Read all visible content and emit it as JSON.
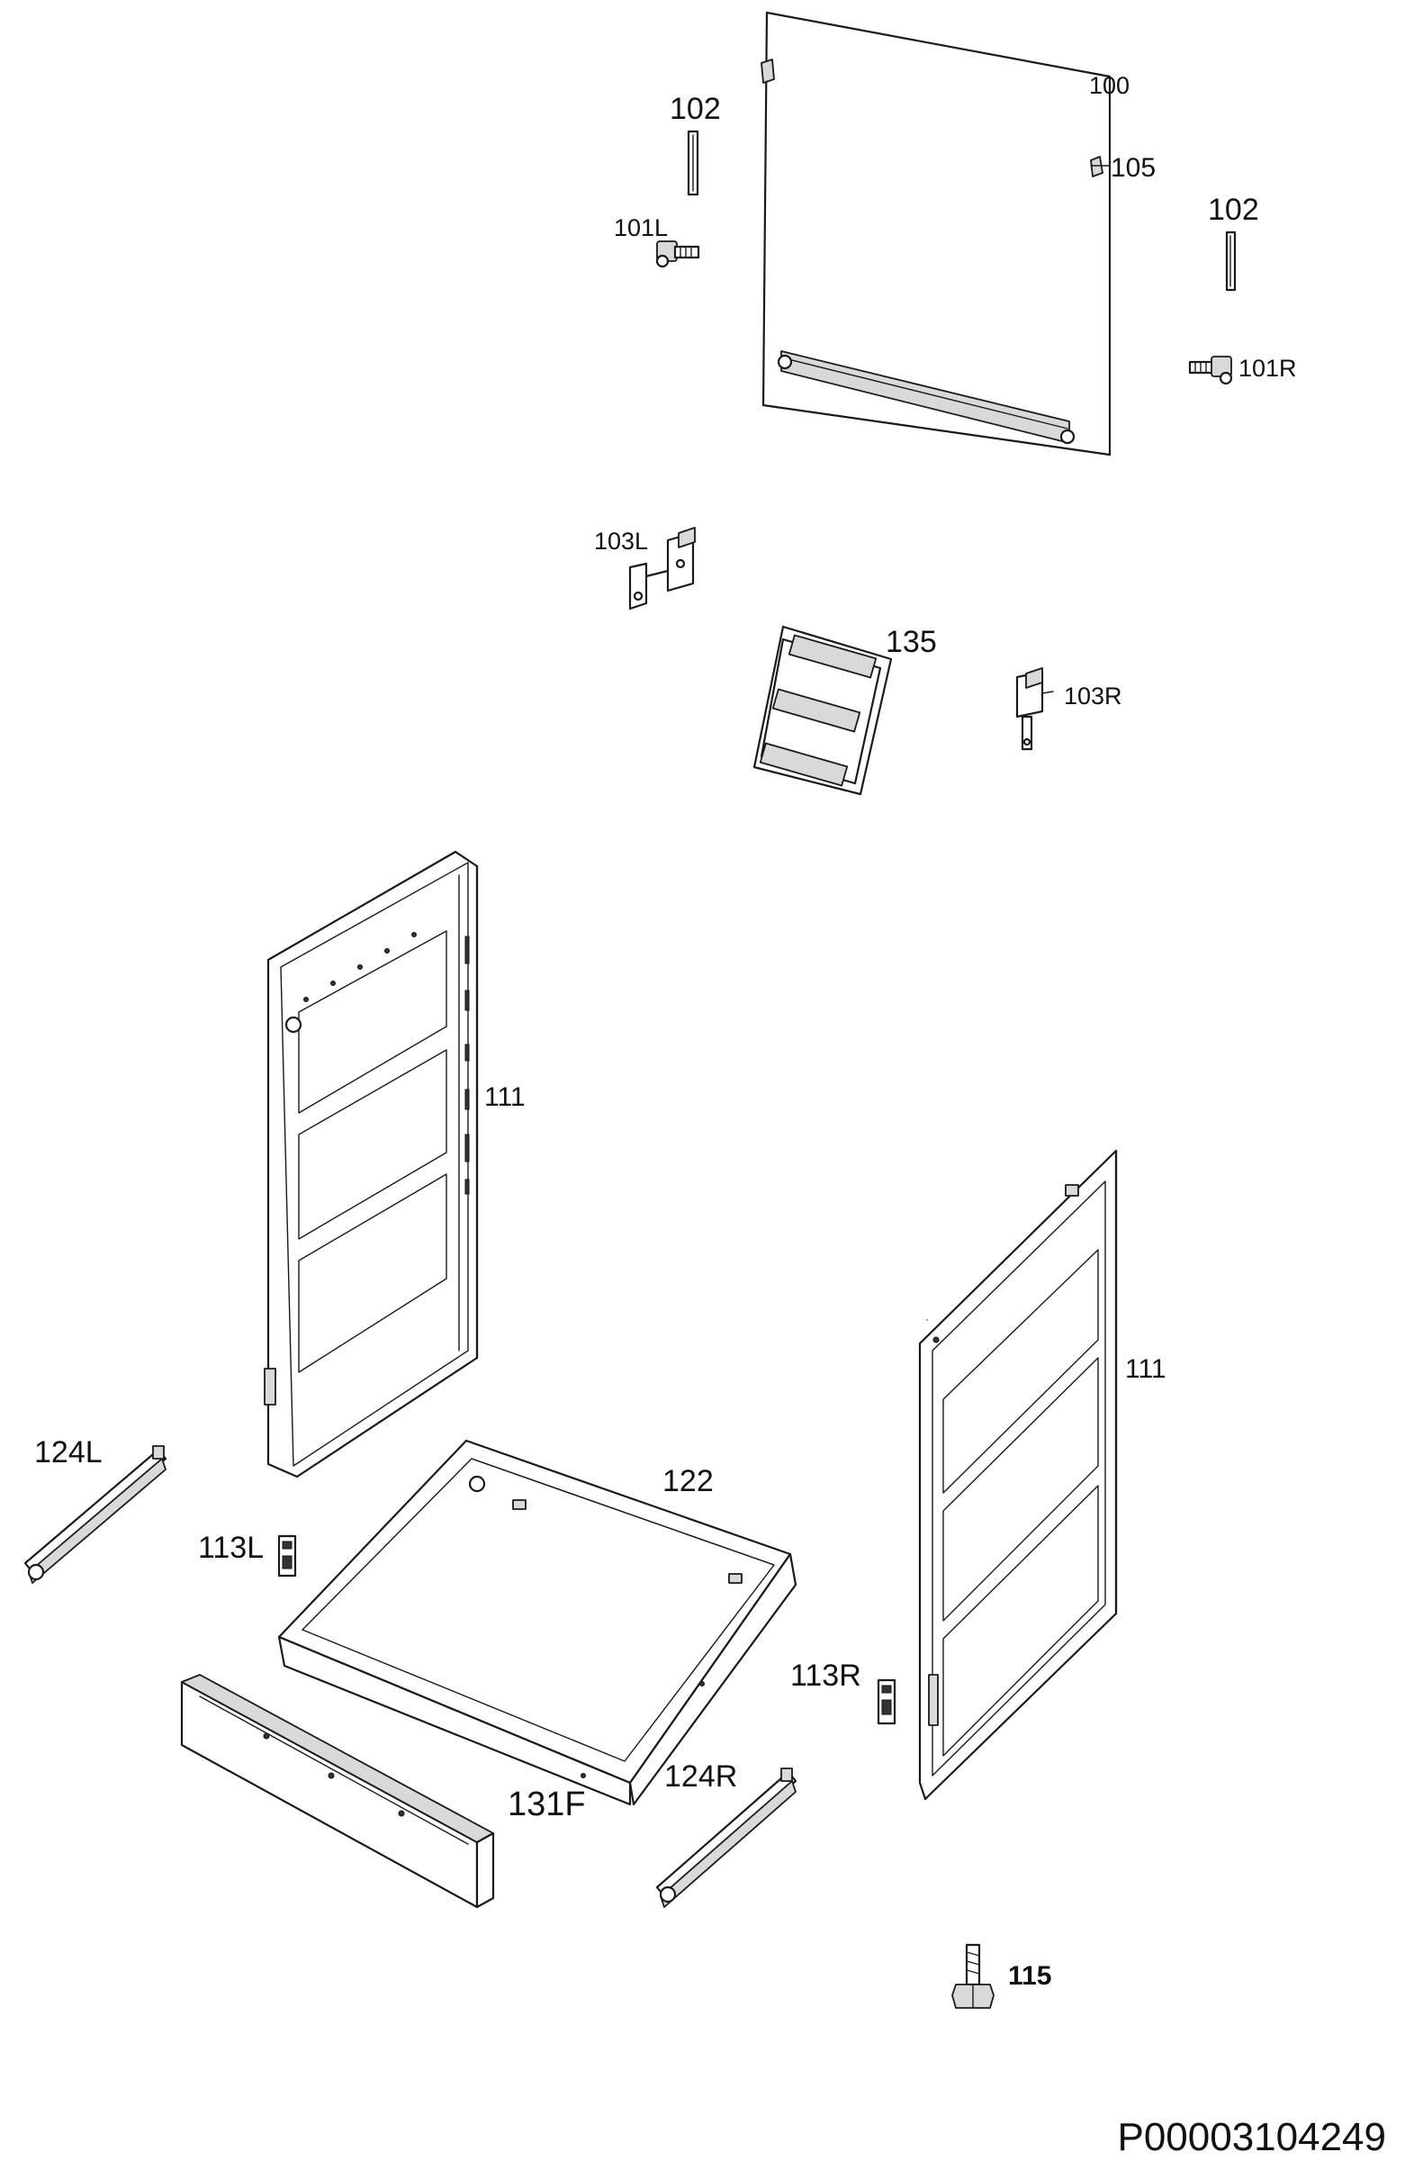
{
  "diagram": {
    "labels": {
      "p100": "100",
      "p102a": "102",
      "p102b": "102",
      "p105": "105",
      "p101L": "101L",
      "p101R": "101R",
      "p103L": "103L",
      "p103R": "103R",
      "p135": "135",
      "p111a": "111",
      "p111b": "111",
      "p122": "122",
      "p124L": "124L",
      "p124R": "124R",
      "p113L": "113L",
      "p113R": "113R",
      "p131F": "131F",
      "p115": "115"
    },
    "drawing_number": "P00003104249"
  }
}
